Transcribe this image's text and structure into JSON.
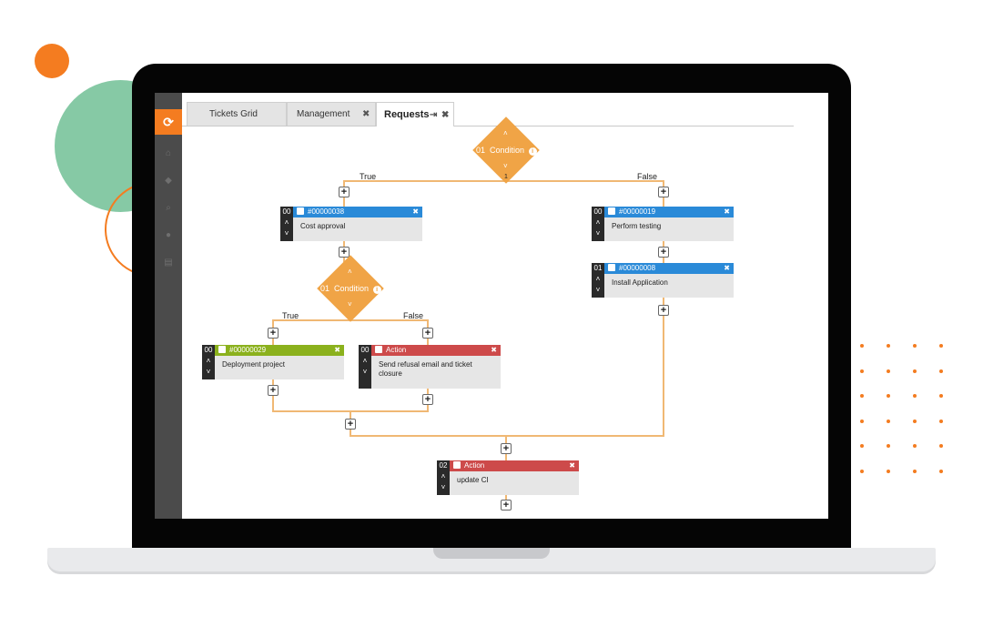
{
  "tabs": [
    {
      "label": "Tickets Grid"
    },
    {
      "label": "Management"
    },
    {
      "label": "Requests"
    }
  ],
  "conditions": [
    {
      "num": "01",
      "label": "Condition"
    },
    {
      "num": "01",
      "label": "Condition"
    }
  ],
  "branch_labels": {
    "top_true": "True",
    "top_false": "False",
    "inner_true": "True",
    "inner_false": "False",
    "junction_index": "1"
  },
  "nodes": [
    {
      "id": "cost-approval",
      "num": "00",
      "ticket": "#00000038",
      "text": "Cost approval",
      "color": "#2a8ad8",
      "icon": "block-icon"
    },
    {
      "id": "perform-testing",
      "num": "00",
      "ticket": "#00000019",
      "text": "Perform testing",
      "color": "#2a8ad8",
      "icon": "checkbox-icon"
    },
    {
      "id": "install-application",
      "num": "01",
      "ticket": "#00000008",
      "text": "Install Application",
      "color": "#2a8ad8",
      "icon": "checkbox-icon"
    },
    {
      "id": "deployment-project",
      "num": "00",
      "ticket": "#00000029",
      "text": "Deployment project",
      "color": "#8bb11d",
      "icon": "calendar-icon"
    },
    {
      "id": "send-refusal",
      "num": "00",
      "ticket": "Action",
      "text": "Send refusal email and ticket closure",
      "color": "#cd4a4a",
      "icon": "gear-icon"
    },
    {
      "id": "update-ci",
      "num": "02",
      "ticket": "Action",
      "text": "update CI",
      "color": "#cd4a4a",
      "icon": "gear-icon"
    }
  ],
  "colors": {
    "accent": "#f47c20",
    "condition": "#f0a446",
    "connector": "#f0b874",
    "sidebar": "#4b4b4b"
  }
}
